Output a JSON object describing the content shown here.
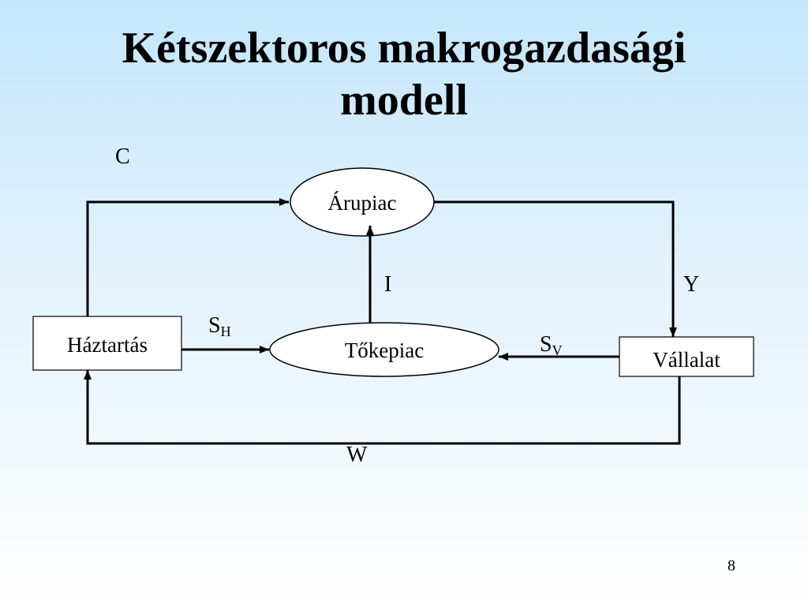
{
  "title": {
    "line1": "Kétszektoros makrogazdasági",
    "line2": "modell"
  },
  "nodes": {
    "arupiac": "Árupiac",
    "tokepiac": "Tőkepiac",
    "haztartas": "Háztartás",
    "vallalat": "Vállalat"
  },
  "flows": {
    "c": "C",
    "i": "I",
    "y": "Y",
    "s_h_main": "S",
    "s_h_sub": "H",
    "s_v_main": "S",
    "s_v_sub": "V",
    "w": "W"
  },
  "page_number": "8"
}
